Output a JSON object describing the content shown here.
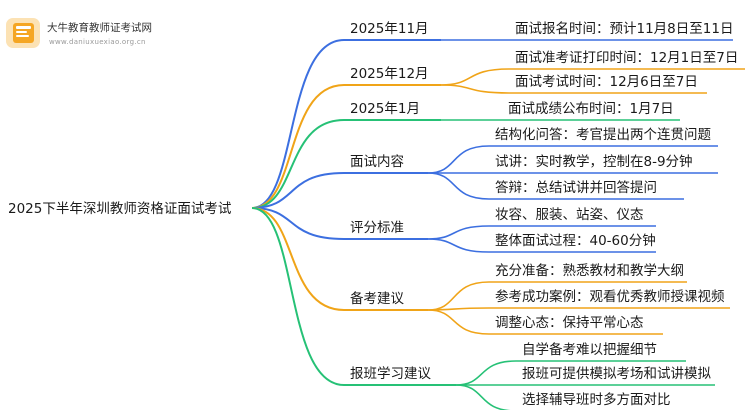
{
  "logo": {
    "title": "大牛教育教师证考试网",
    "url": "www.daniuxuexiao.org.cn"
  },
  "root": "2025下半年深圳教师资格证面试考试",
  "colors": {
    "blue": "#3c6fe0",
    "orange": "#f0a418",
    "green": "#26c176",
    "logo_orange": "#f5a623"
  },
  "branches": [
    {
      "label": "2025年11月",
      "color": "blue",
      "children": [
        "面试报名时间：预计11月8日至11日"
      ]
    },
    {
      "label": "2025年12月",
      "color": "orange",
      "children": [
        "面试准考证打印时间：12月1日至7日",
        "面试考试时间：12月6日至7日"
      ]
    },
    {
      "label": "2025年1月",
      "color": "green",
      "children": [
        "面试成绩公布时间：1月7日"
      ]
    },
    {
      "label": "面试内容",
      "color": "blue",
      "children": [
        "结构化问答：考官提出两个连贯问题",
        "试讲：实时教学，控制在8-9分钟",
        "答辩：总结试讲并回答提问"
      ]
    },
    {
      "label": "评分标准",
      "color": "blue",
      "children": [
        "妆容、服装、站姿、仪态",
        "整体面试过程：40-60分钟"
      ]
    },
    {
      "label": "备考建议",
      "color": "orange",
      "children": [
        "充分准备：熟悉教材和教学大纲",
        "参考成功案例：观看优秀教师授课视频",
        "调整心态：保持平常心态"
      ]
    },
    {
      "label": "报班学习建议",
      "color": "green",
      "children": [
        "自学备考难以把握细节",
        "报班可提供模拟考场和试讲模拟",
        "选择辅导班时多方面对比"
      ]
    }
  ]
}
